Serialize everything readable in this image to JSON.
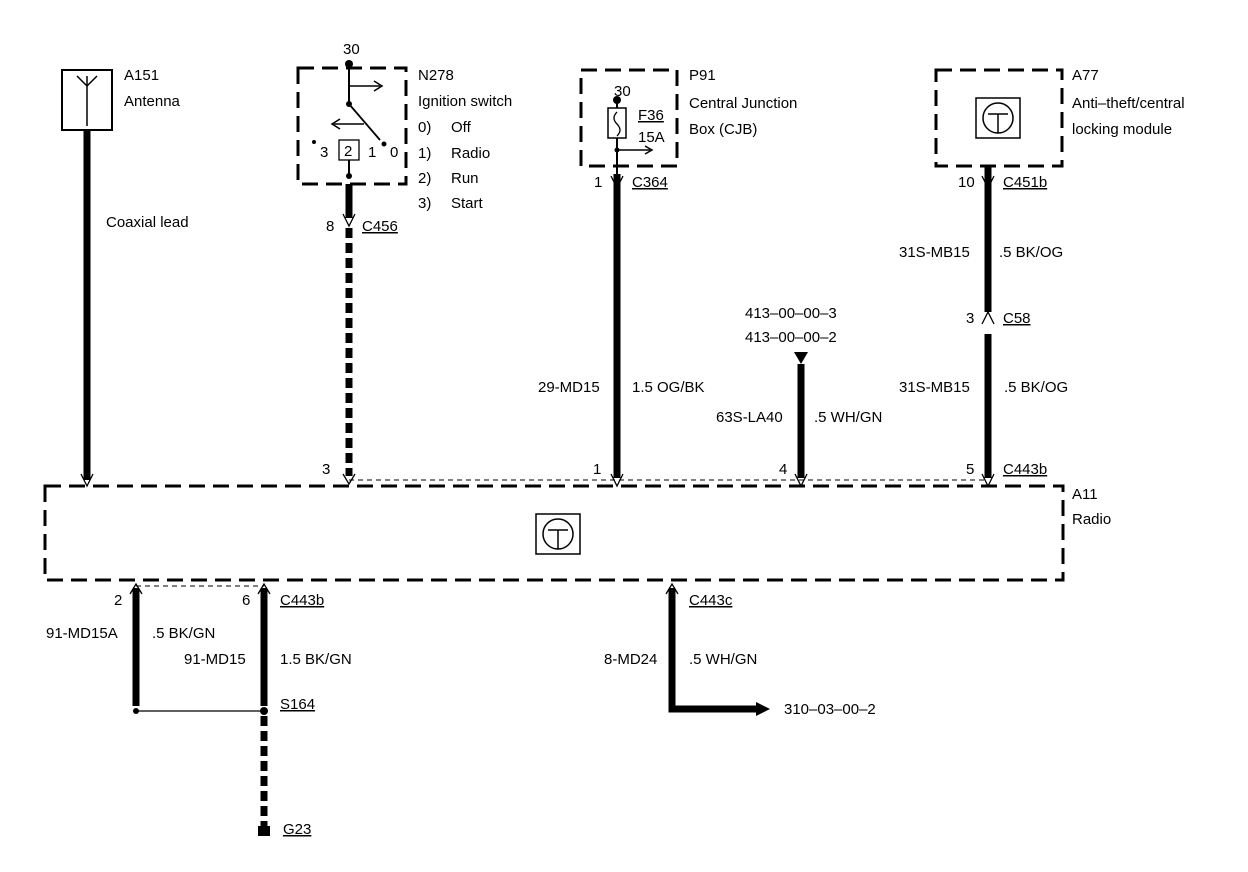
{
  "components": {
    "antenna": {
      "id": "A151",
      "name": "Antenna",
      "icon": "antenna-icon"
    },
    "ignition": {
      "id": "N278",
      "name": "Ignition switch",
      "terminal_top": "30",
      "contacts": [
        "3",
        "2",
        "1",
        "0"
      ],
      "positions": [
        {
          "num": "0)",
          "label": "Off"
        },
        {
          "num": "1)",
          "label": "Radio"
        },
        {
          "num": "2)",
          "label": "Run"
        },
        {
          "num": "3)",
          "label": "Start"
        }
      ]
    },
    "cjb": {
      "id": "P91",
      "name_line1": "Central Junction",
      "name_line2": "Box (CJB)",
      "terminal_top": "30",
      "fuse": "F36",
      "rating": "15A"
    },
    "module": {
      "id": "A77",
      "name_line1": "Anti–theft/central",
      "name_line2": "locking module",
      "icon": "electronic-module-icon"
    },
    "radio": {
      "id": "A11",
      "name": "Radio",
      "icon": "electronic-module-icon"
    }
  },
  "wires": {
    "coax": {
      "label": "Coaxial lead"
    },
    "ign": {
      "pin_top": "8",
      "connector_top": "C456",
      "pin_bottom": "3"
    },
    "cjb": {
      "pin_top": "1",
      "connector_top": "C364",
      "circuit": "29-MD15",
      "spec": "1.5 OG/BK",
      "pin_bottom": "1"
    },
    "ref": {
      "ref1": "413–00–00–3",
      "ref2": "413–00–00–2",
      "circuit": "63S-LA40",
      "spec": ".5 WH/GN",
      "pin_bottom": "4"
    },
    "module": {
      "pin_top": "10",
      "connector_top": "C451b",
      "circuit_upper": "31S-MB15",
      "spec_upper": ".5 BK/OG",
      "pin_mid": "3",
      "connector_mid": "C58",
      "circuit_lower": "31S-MB15",
      "spec_lower": ".5 BK/OG",
      "pin_bottom": "5",
      "connector_bottom": "C443b"
    },
    "gnd_a": {
      "pin": "2",
      "circuit": "91-MD15A",
      "spec": ".5 BK/GN"
    },
    "gnd_b": {
      "pin": "6",
      "connector": "C443b",
      "circuit": "91-MD15",
      "spec": "1.5 BK/GN",
      "splice": "S164",
      "ground": "G23"
    },
    "out": {
      "connector": "C443c",
      "circuit": "8-MD24",
      "spec": ".5 WH/GN",
      "ref": "310–03–00–2"
    }
  }
}
